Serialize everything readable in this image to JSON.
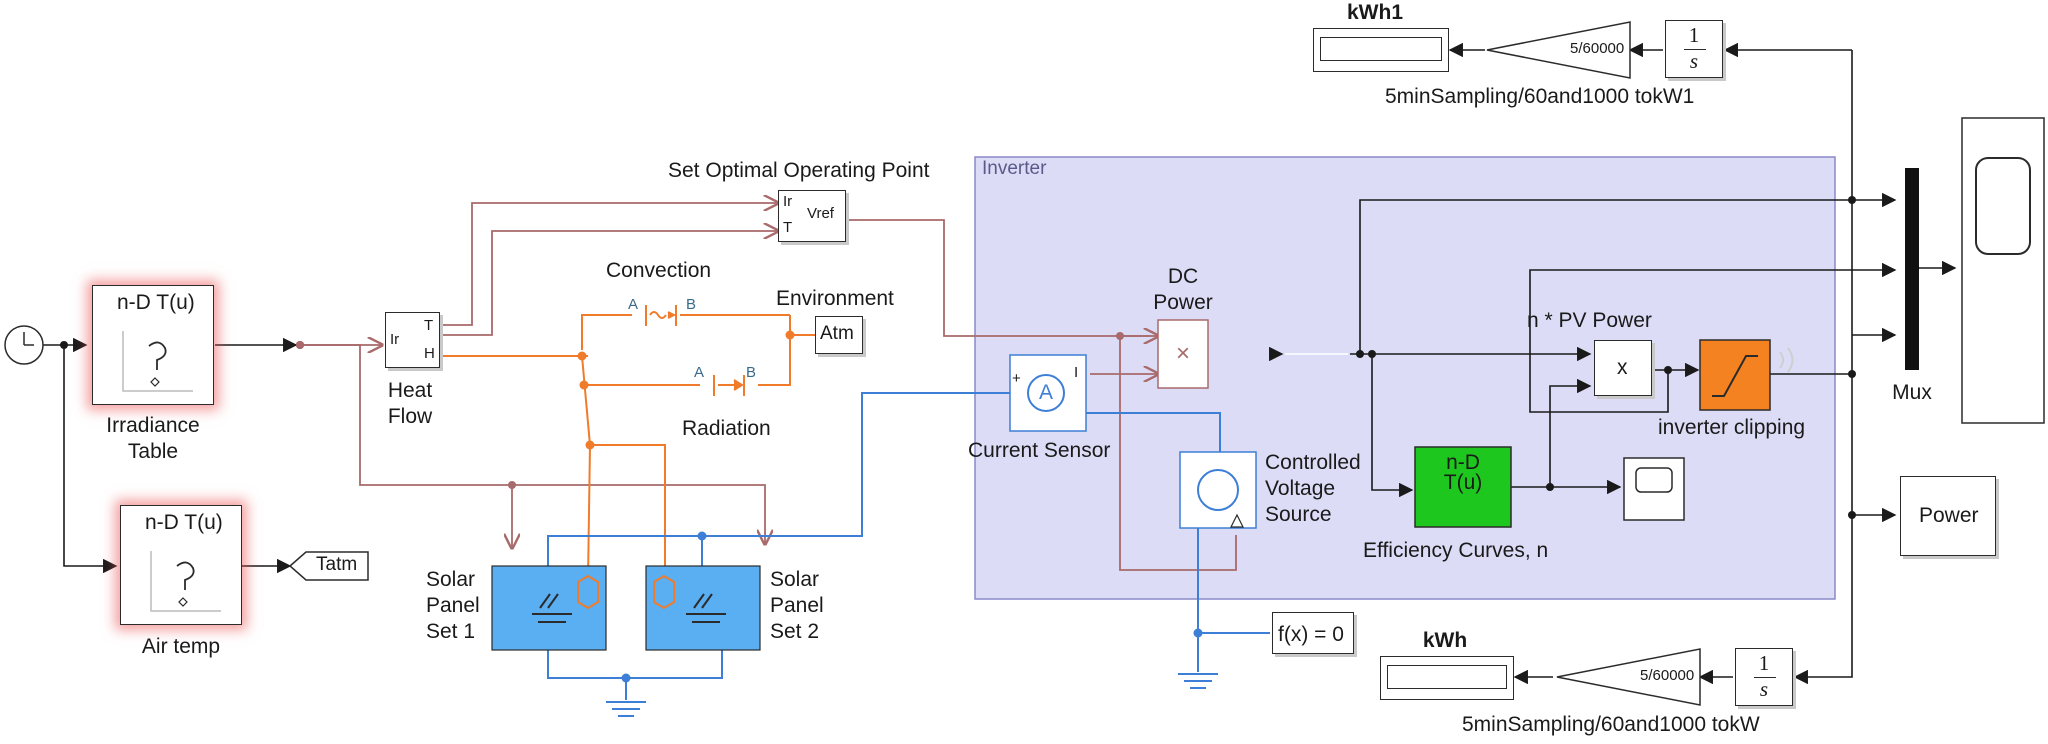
{
  "subsystem": {
    "label": "Inverter"
  },
  "blocks": {
    "clock": {
      "label": ""
    },
    "irradiance": {
      "header": "n-D T(u)",
      "label_line1": "Irradiance",
      "label_line2": "Table"
    },
    "air_temp": {
      "header": "n-D T(u)",
      "label": "Air temp"
    },
    "tatm": {
      "label": "Tatm"
    },
    "heat_flow": {
      "port_in": "Ir",
      "port_t": "T",
      "port_h": "H",
      "label_line1": "Heat",
      "label_line2": "Flow"
    },
    "optimal": {
      "title": "Set Optimal Operating Point",
      "port_ir": "Ir",
      "port_t": "T",
      "port_out": "Vref"
    },
    "convection": {
      "label": "Convection",
      "port_a": "A",
      "port_b": "B"
    },
    "radiation": {
      "label": "Radiation",
      "port_a": "A",
      "port_b": "B"
    },
    "environment": {
      "label": "Environment",
      "block": "Atm"
    },
    "solar1": {
      "label_line1": "Solar",
      "label_line2": "Panel",
      "label_line3": "Set 1"
    },
    "solar2": {
      "label_line1": "Solar",
      "label_line2": "Panel",
      "label_line3": "Set 2"
    },
    "dc_power": {
      "label_line1": "DC",
      "label_line2": "Power",
      "symbol": "×"
    },
    "current_sensor": {
      "label": "Current Sensor",
      "symbol": "A",
      "port_plus": "+",
      "port_i": "I"
    },
    "cvs": {
      "label_line1": "Controlled",
      "label_line2": "Voltage",
      "label_line3": "Source"
    },
    "pv_power": {
      "label": "n * PV Power",
      "symbol": "x"
    },
    "clipping": {
      "label": "inverter clipping"
    },
    "efficiency": {
      "header_line1": "n-D",
      "header_line2": "T(u)",
      "label": "Efficiency Curves, n"
    },
    "mux": {
      "label": "Mux"
    },
    "power": {
      "label": "Power"
    },
    "solver": {
      "label": "f(x) = 0"
    },
    "kwh1": {
      "label": "kWh1",
      "gain": "5/60000",
      "int_num": "1",
      "int_den": "s",
      "caption": "5minSampling/60and1000 tokW1"
    },
    "kwh": {
      "label": "kWh",
      "gain": "5/60000",
      "int_num": "1",
      "int_den": "s",
      "caption": "5minSampling/60and1000 tokW"
    }
  },
  "colors": {
    "signal": "#1a1a1a",
    "thermal": "#f07b2a",
    "physical_link": "#a86a6a",
    "electrical": "#3d7fd6",
    "subsystem_fill": "#dcdcf7",
    "solar_fill": "#5aaef2",
    "efficiency_fill": "#1ec71e",
    "clipping_fill": "#f58220"
  }
}
